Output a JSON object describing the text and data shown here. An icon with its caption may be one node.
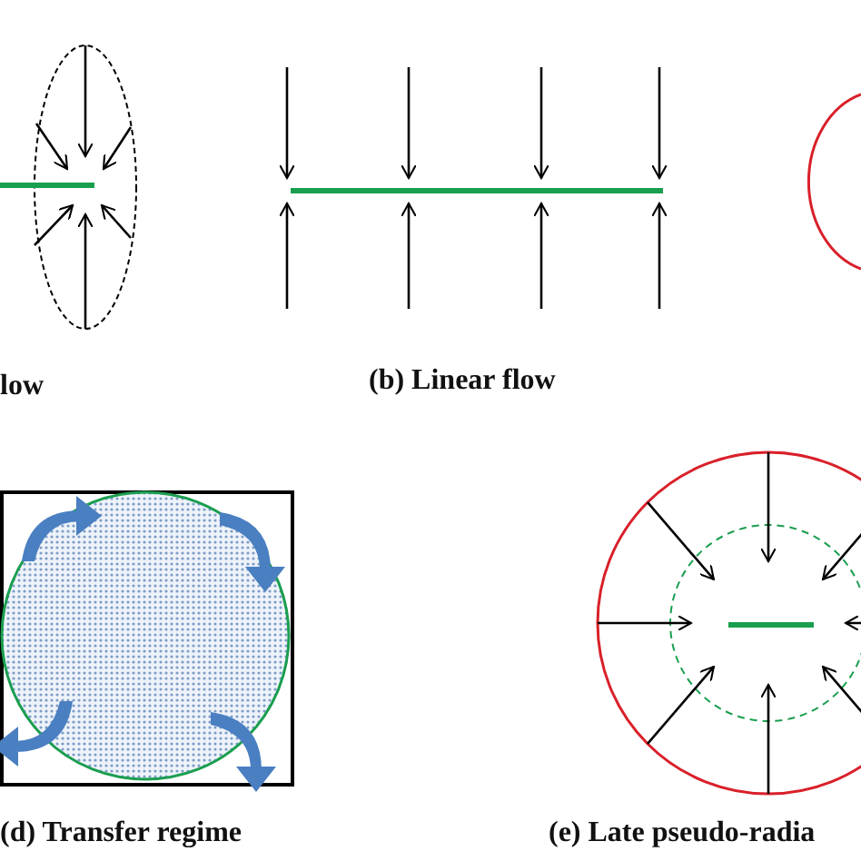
{
  "diagram": {
    "labels": [
      "low",
      "(b) Linear flow",
      "(d) Transfer regime",
      "(e) Late pseudo-radia"
    ]
  }
}
